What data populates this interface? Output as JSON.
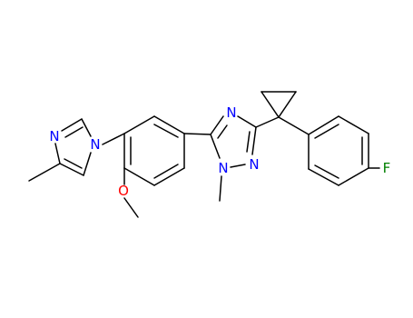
{
  "atoms": {
    "imidazole_n1": "N",
    "imidazole_n3": "N",
    "methoxy_o": "O",
    "triazole_n1": "N",
    "triazole_n2": "N",
    "triazole_n4": "N",
    "fluorine": "F"
  },
  "colors": {
    "bond": "#000000",
    "nitrogen": "#0000ff",
    "oxygen": "#ff0000",
    "fluorine": "#007f00"
  }
}
